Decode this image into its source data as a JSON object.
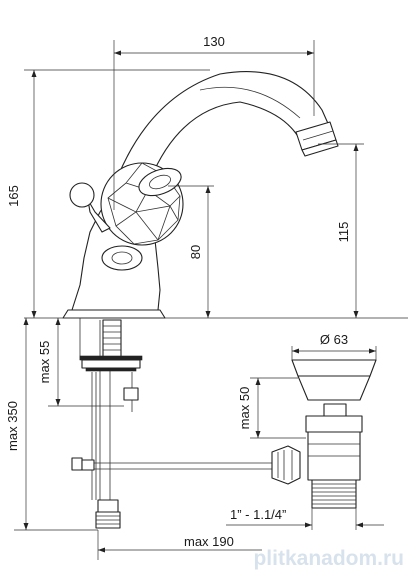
{
  "dimensions": {
    "width_top": "130",
    "height_total": "165",
    "spout_height": "115",
    "handle_height": "80",
    "max_55": "max 55",
    "max_350": "max 350",
    "diam_63": "Ø 63",
    "max_50": "max 50",
    "thread": "1” - 1.1/4”",
    "max_190": "max 190"
  },
  "watermark": "plitkanadom.ru"
}
